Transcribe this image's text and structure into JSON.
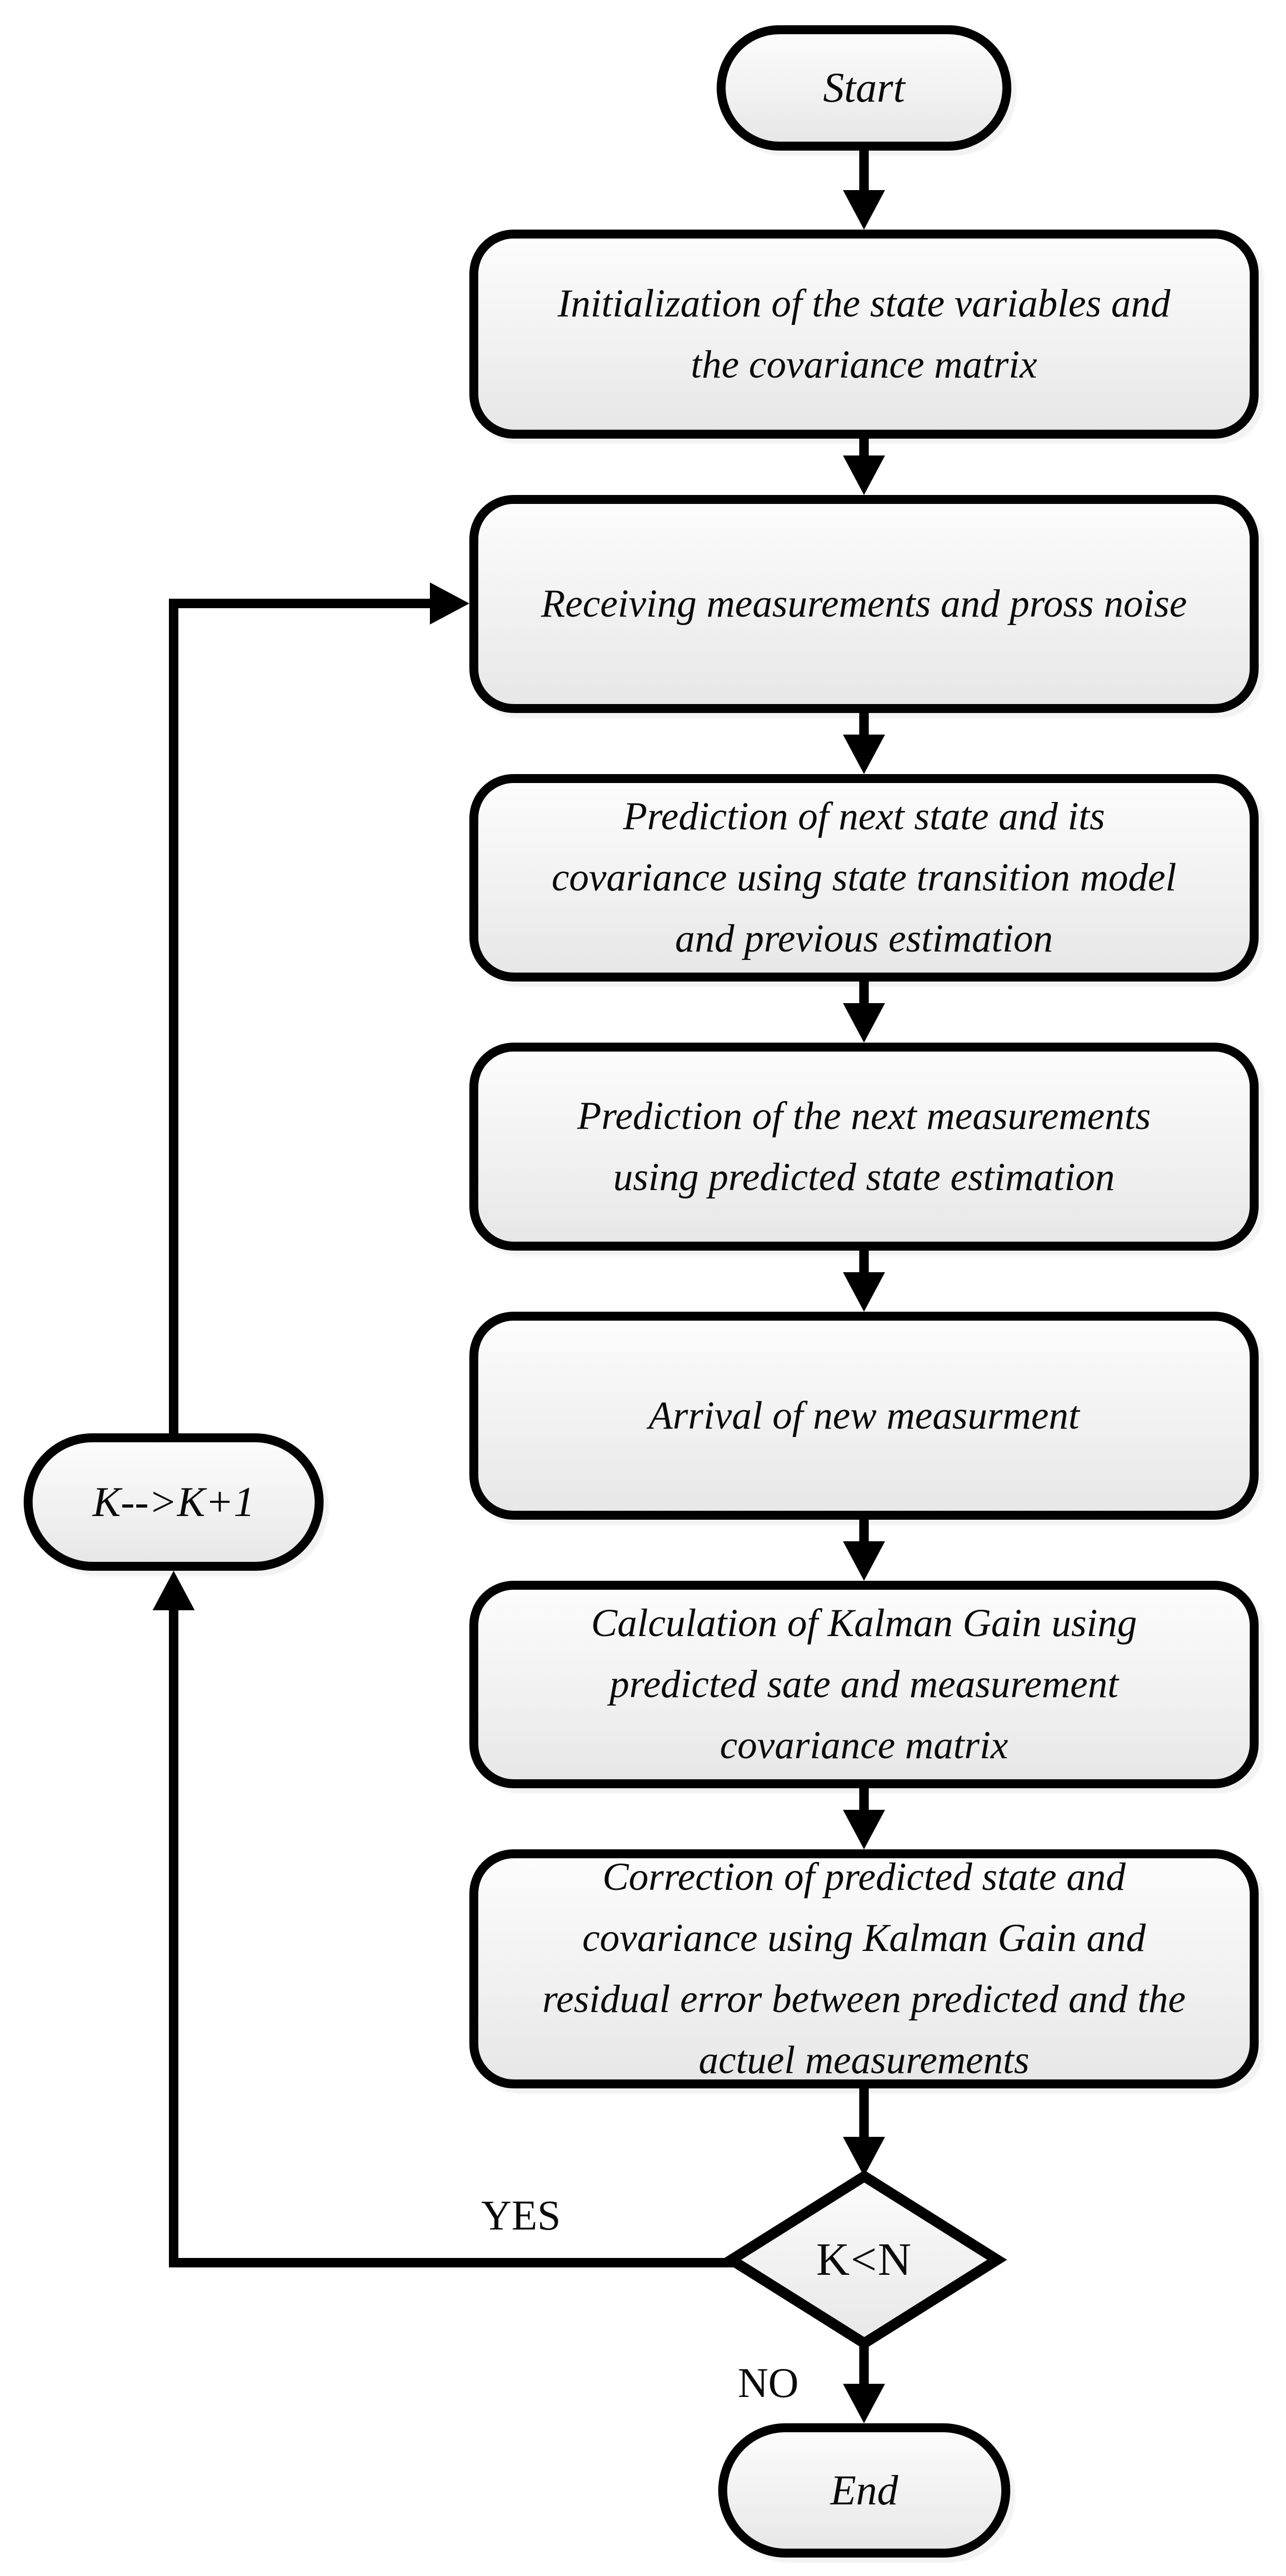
{
  "flowchart": {
    "nodes": {
      "start": "Start",
      "init": [
        "Initialization of the state variables and",
        "the covariance matrix"
      ],
      "receive": "Receiving measurements and pross noise",
      "predict_state": [
        "Prediction of next state and its",
        "covariance using state transition model",
        "and previous estimation"
      ],
      "predict_meas": [
        "Prediction of the next measurements",
        "using predicted state estimation"
      ],
      "arrival": "Arrival of new measurment",
      "gain": [
        "Calculation of Kalman Gain using",
        "predicted sate and measurement",
        "covariance matrix"
      ],
      "correction": [
        "Correction of predicted state and",
        "covariance using Kalman Gain and",
        "residual error between predicted and the",
        "actuel measurements"
      ],
      "decision": "K<N",
      "increment": "K-->K+1",
      "end": "End"
    },
    "edge_labels": {
      "yes": "YES",
      "no": "NO"
    },
    "colors": {
      "stroke": "#000000",
      "fill_top": "#fcfcfc",
      "fill_bottom": "#e7e7e7"
    }
  }
}
